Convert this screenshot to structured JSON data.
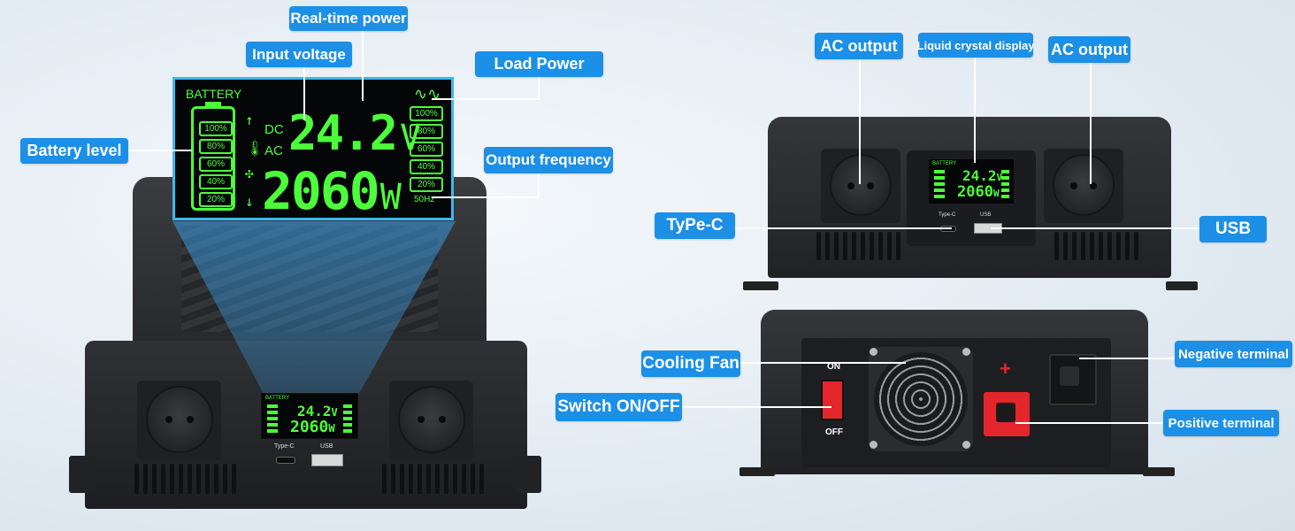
{
  "callouts": {
    "realtime_power": "Real-time power",
    "input_voltage": "Input voltage",
    "load_power": "Load Power",
    "battery_level": "Battery level",
    "output_frequency": "Output frequency",
    "ac_output_left": "AC output",
    "lcd": "Liquid crystal display",
    "ac_output_right": "AC output",
    "type_c": "TyPe-C",
    "usb": "USB",
    "cooling_fan": "Cooling Fan",
    "switch": "Switch ON/OFF",
    "negative_terminal": "Negative terminal",
    "positive_terminal": "Positive terminal"
  },
  "display": {
    "battery_label": "BATTERY",
    "dc": "DC",
    "ac": "AC",
    "voltage": "24.2",
    "voltage_unit": "V",
    "power": "2060",
    "power_unit": "W",
    "frequency": "50Hz",
    "battery_levels": [
      "100%",
      "80%",
      "60%",
      "40%",
      "20%"
    ],
    "load_levels": [
      "100%",
      "80%",
      "60%",
      "40%",
      "20%"
    ]
  },
  "ports": {
    "type_c": "Type-C",
    "usb": "USB"
  },
  "rear": {
    "on": "ON",
    "off": "OFF",
    "plus": "+"
  },
  "colors": {
    "callout_bg": "#1c8fe6",
    "lcd_green": "#4cff3a",
    "lcd_bezel": "#3ab8f0",
    "terminal_red": "#e3262c"
  }
}
